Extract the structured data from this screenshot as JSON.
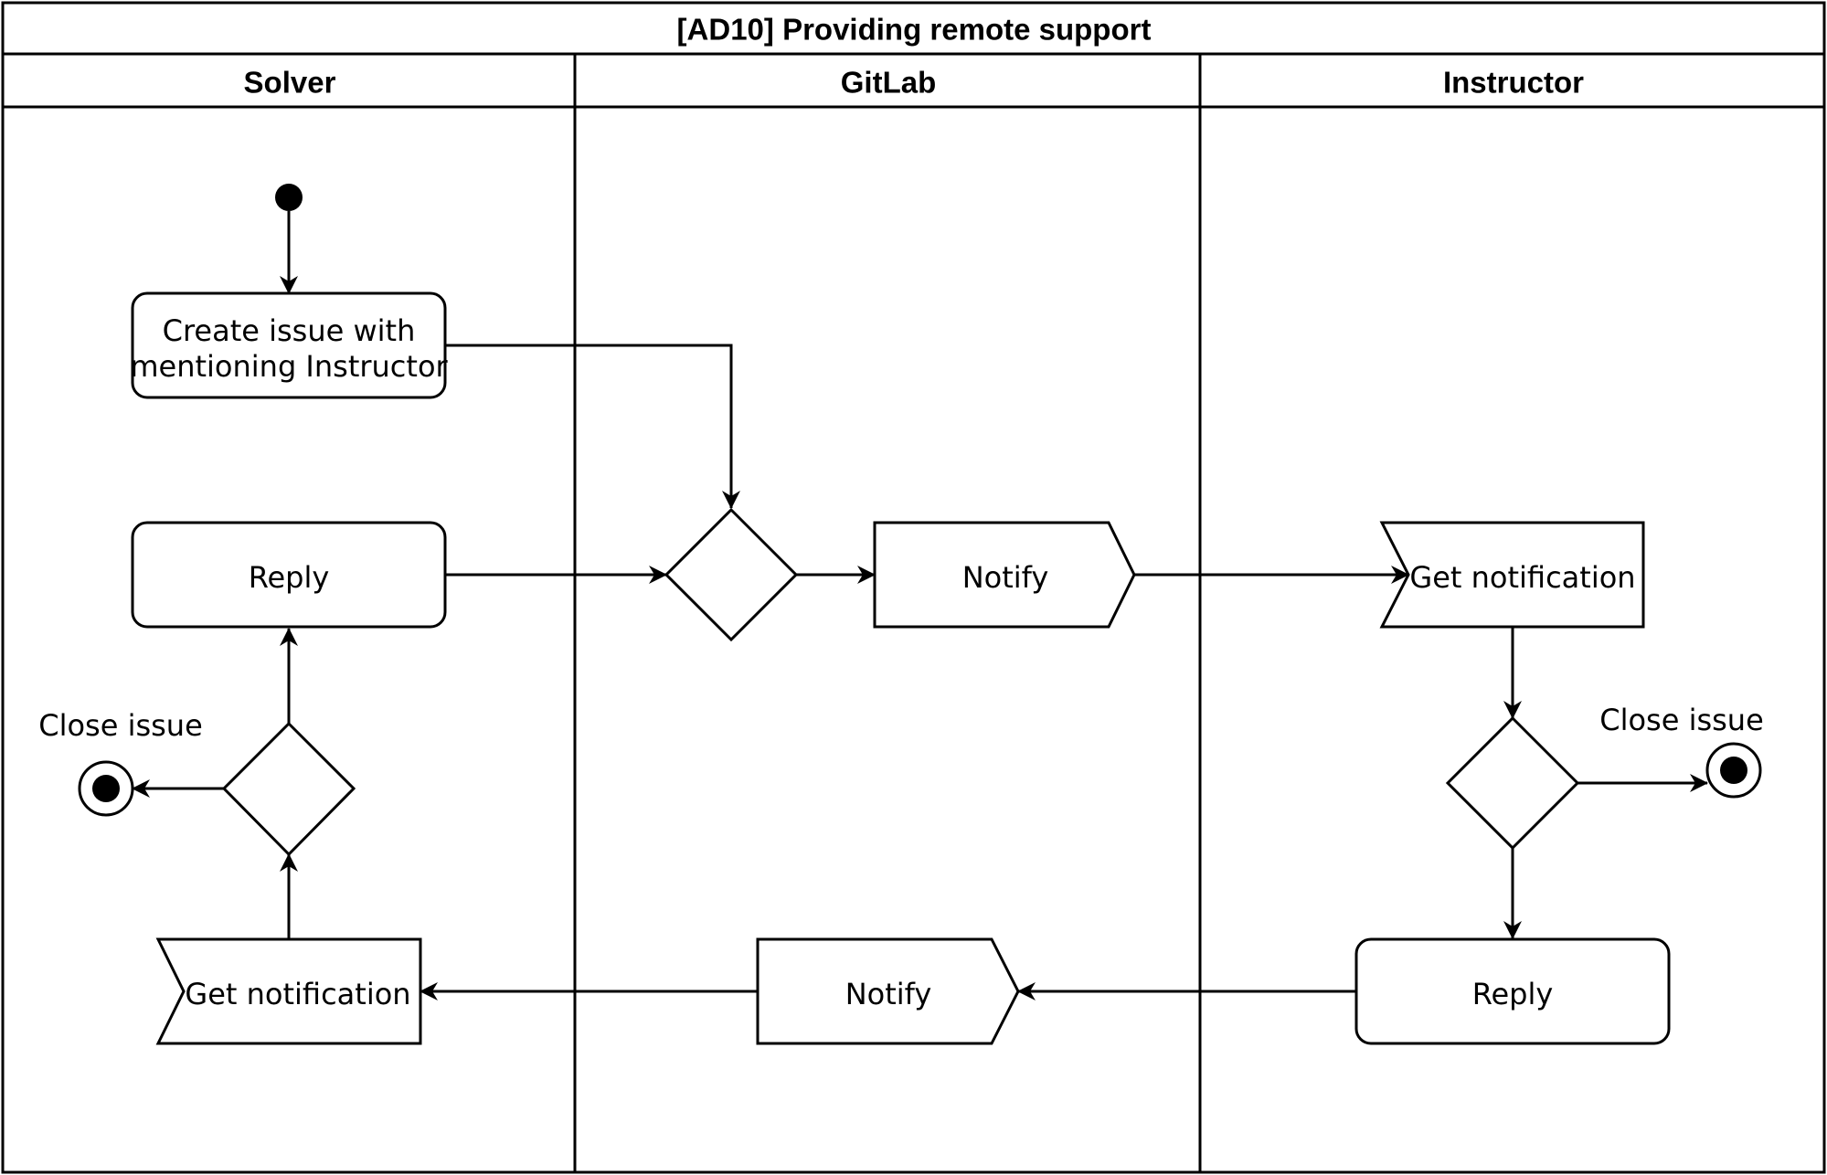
{
  "diagram": {
    "title": "[AD10] Providing remote support",
    "lanes": [
      "Solver",
      "GitLab",
      "Instructor"
    ],
    "nodes": {
      "create_issue": [
        "Create issue with",
        "mentioning Instructor"
      ],
      "solver_reply": "Reply",
      "gitlab_notify_top": "Notify",
      "instructor_get_notification": "Get notification",
      "instructor_close_issue": "Close issue",
      "instructor_reply": "Reply",
      "gitlab_notify_bottom": "Notify",
      "solver_get_notification": "Get notification",
      "solver_close_issue": "Close issue"
    }
  }
}
